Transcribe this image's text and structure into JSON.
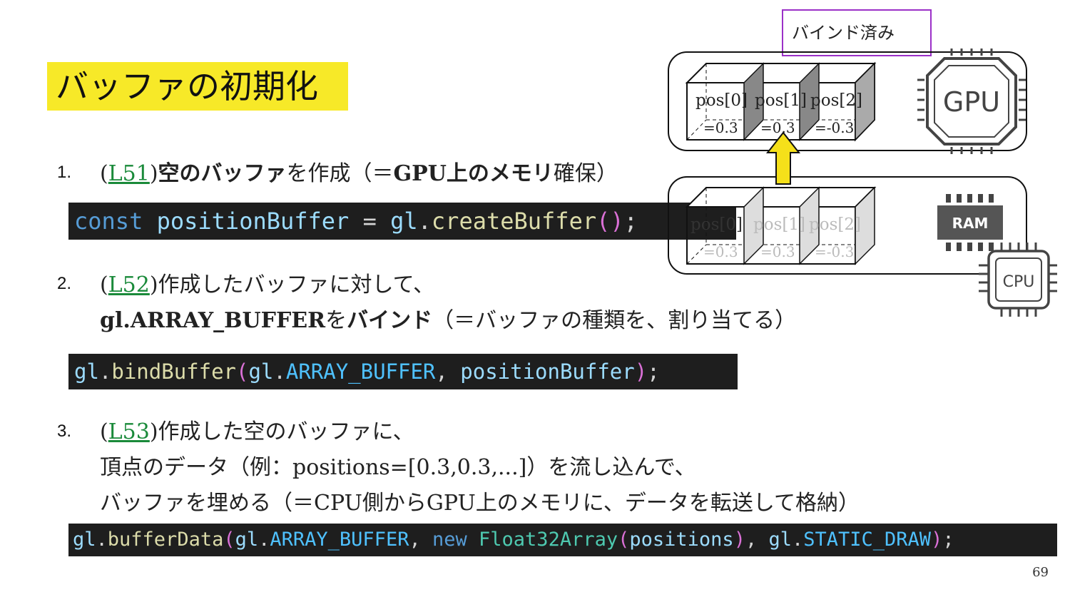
{
  "title": "バッファの初期化",
  "steps": [
    {
      "num": "1.",
      "paren_open": "(",
      "link": "L51",
      "paren_close": ")",
      "bold": "空のバッファ",
      "text_after": "を作成（＝",
      "bold2": "GPU上のメモリ",
      "text_after2": "確保）"
    },
    {
      "num": "2.",
      "paren_open": "(",
      "link": "L52",
      "paren_close": ")",
      "line1": "作成したバッファに対して、",
      "bold_a": "gl.ARRAY_BUFFER",
      "mid": "を",
      "bold_b": "バインド",
      "line2_end": "（＝バッファの種類を、割り当てる）"
    },
    {
      "num": "3.",
      "paren_open": "(",
      "link": "L53",
      "paren_close": ")",
      "line1": "作成した空のバッファに、",
      "line2": "頂点のデータ（例：positions=[0.3,0.3,...]）を流し込んで、",
      "line3": "バッファを埋める（＝CPU側からGPU上のメモリに、データを転送して格納）"
    }
  ],
  "code": {
    "c1": {
      "kw": "const",
      "var": "positionBuffer",
      "eq": " = ",
      "obj": "gl",
      "dot": ".",
      "fn": "createBuffer",
      "p": "()",
      "semi": ";"
    },
    "c2": {
      "obj": "gl",
      "dot": ".",
      "fn": "bindBuffer",
      "po": "(",
      "obj2": "gl",
      "dot2": ".",
      "const": "ARRAY_BUFFER",
      "comma": ", ",
      "var": "positionBuffer",
      "pc": ")",
      "semi": ";"
    },
    "c3": {
      "obj": "gl",
      "dot": ".",
      "fn": "bufferData",
      "po": "(",
      "obj2": "gl",
      "dot2": ".",
      "const": "ARRAY_BUFFER",
      "comma": ", ",
      "kw": "new",
      "sp": " ",
      "cls": "Float32Array",
      "po2": "(",
      "var": "positions",
      "pc2": ")",
      "comma2": ", ",
      "obj3": "gl",
      "dot3": ".",
      "const2": "STATIC_DRAW",
      "pc": ")",
      "semi": ";"
    }
  },
  "diagram": {
    "bound_label": "バインド済み",
    "gpu_label": "GPU",
    "ram_label": "RAM",
    "cpu_label": "CPU",
    "gpu_cells": [
      {
        "name": "pos[0]",
        "value": "=0.3"
      },
      {
        "name": "pos[1]",
        "value": "=0.3"
      },
      {
        "name": "pos[2]",
        "value": "=-0.3"
      }
    ],
    "ram_cells": [
      {
        "name": "pos[0]",
        "value": "=0.3"
      },
      {
        "name": "pos[1]",
        "value": "=0.3"
      },
      {
        "name": "pos[2]",
        "value": "=-0.3"
      }
    ]
  },
  "page_number": "69",
  "colors": {
    "title_bg": "#f7e928",
    "link": "#1a8a3a",
    "arrow": "#f5e01a",
    "bound_box": "#9b30c8"
  }
}
